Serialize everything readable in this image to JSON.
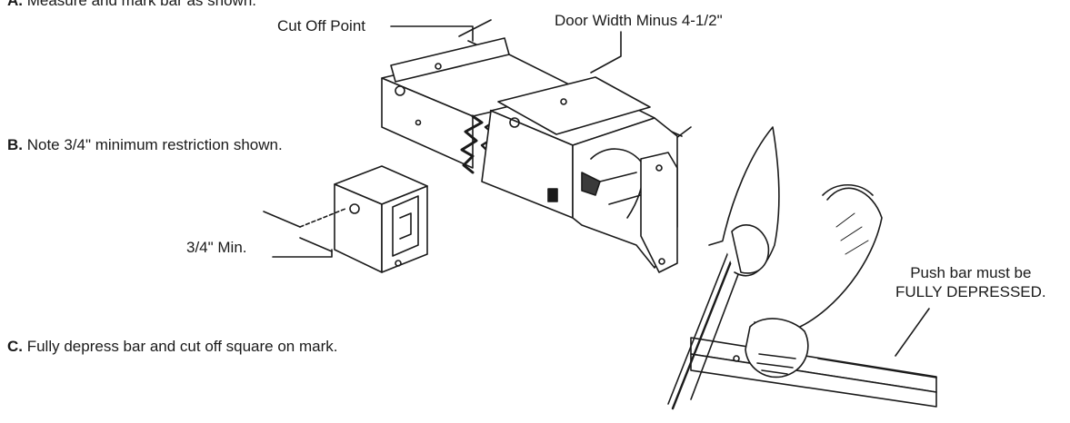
{
  "steps": {
    "a": {
      "letter": "A.",
      "text": " Measure and mark bar as shown."
    },
    "b": {
      "letter": "B.",
      "text": " Note 3/4\" minimum restriction shown."
    },
    "c": {
      "letter": "C.",
      "text": " Fully depress bar and cut off square on mark."
    }
  },
  "callouts": {
    "cut_off_point": "Cut Off Point",
    "door_width": "Door Width Minus 4-1/2\"",
    "min_restriction": "3/4\" Min.",
    "push_bar_line1": "Push bar must be",
    "push_bar_line2": "FULLY DEPRESSED."
  },
  "colors": {
    "ink": "#1a1a1a",
    "paper": "#ffffff",
    "shade": "#3a3a3a"
  }
}
